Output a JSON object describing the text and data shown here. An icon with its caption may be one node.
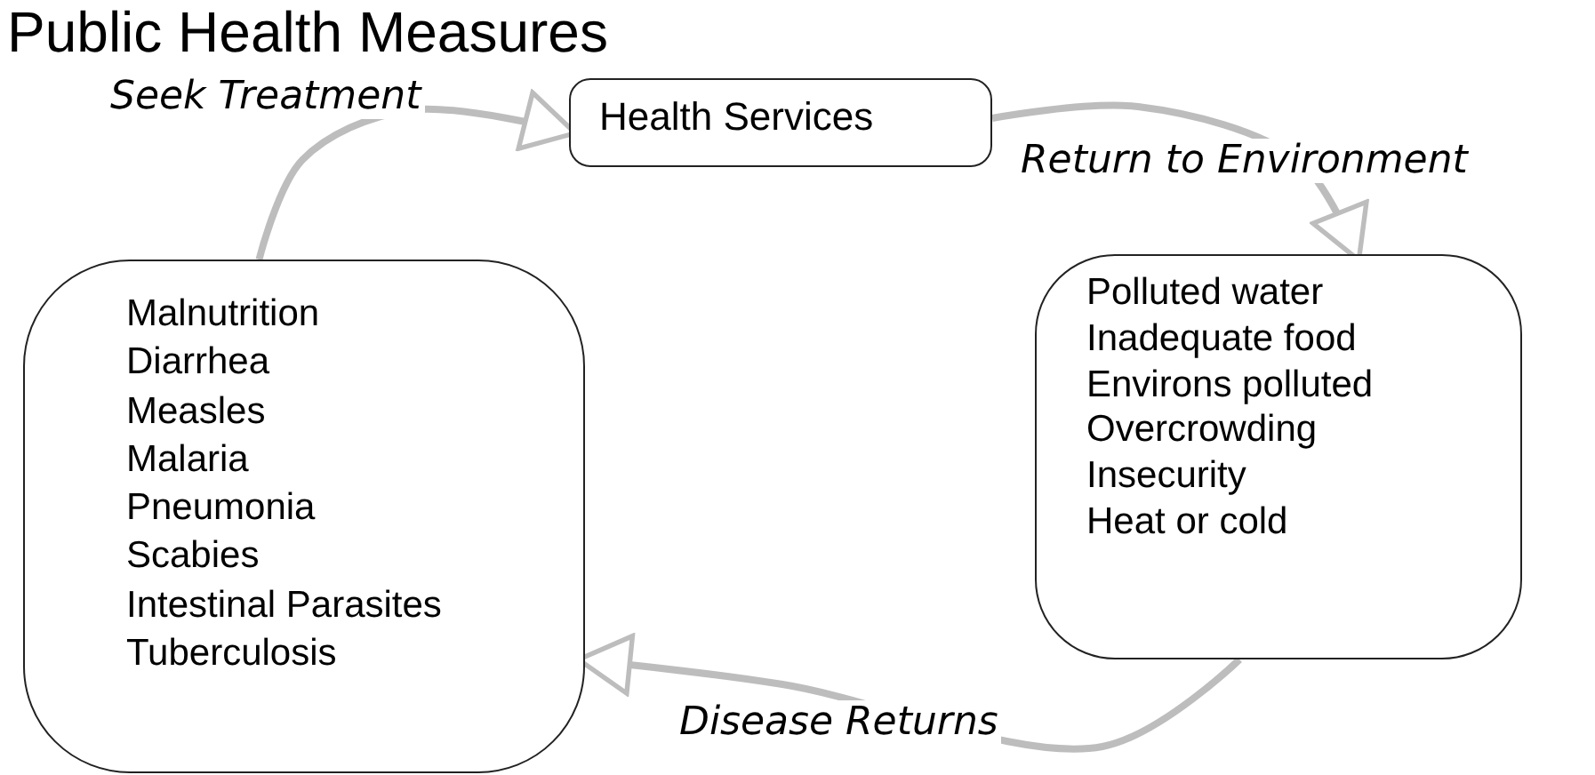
{
  "diagram": {
    "title": "Public Health Measures",
    "nodes": [
      {
        "text": [
          "Health Services"
        ]
      },
      {
        "text": [
          "Malnutrition",
          "Diarrhea",
          "Measles",
          "Malaria",
          "Pneumonia",
          "Scabies",
          "Intestinal Parasites",
          "Tuberculosis"
        ]
      },
      {
        "text": [
          "Polluted water",
          "Inadequate food",
          "Environs polluted",
          "Overcrowding",
          "Insecurity",
          "Heat or cold"
        ]
      }
    ],
    "edges": [
      {
        "from": 1,
        "to": 0,
        "label": "Seek Treatment",
        "arrow": "to"
      },
      {
        "from": 0,
        "to": 2,
        "label": "Return to Environment",
        "arrow": "to"
      },
      {
        "from": 2,
        "to": 1,
        "label": "Disease Returns",
        "arrow": "to"
      }
    ]
  }
}
